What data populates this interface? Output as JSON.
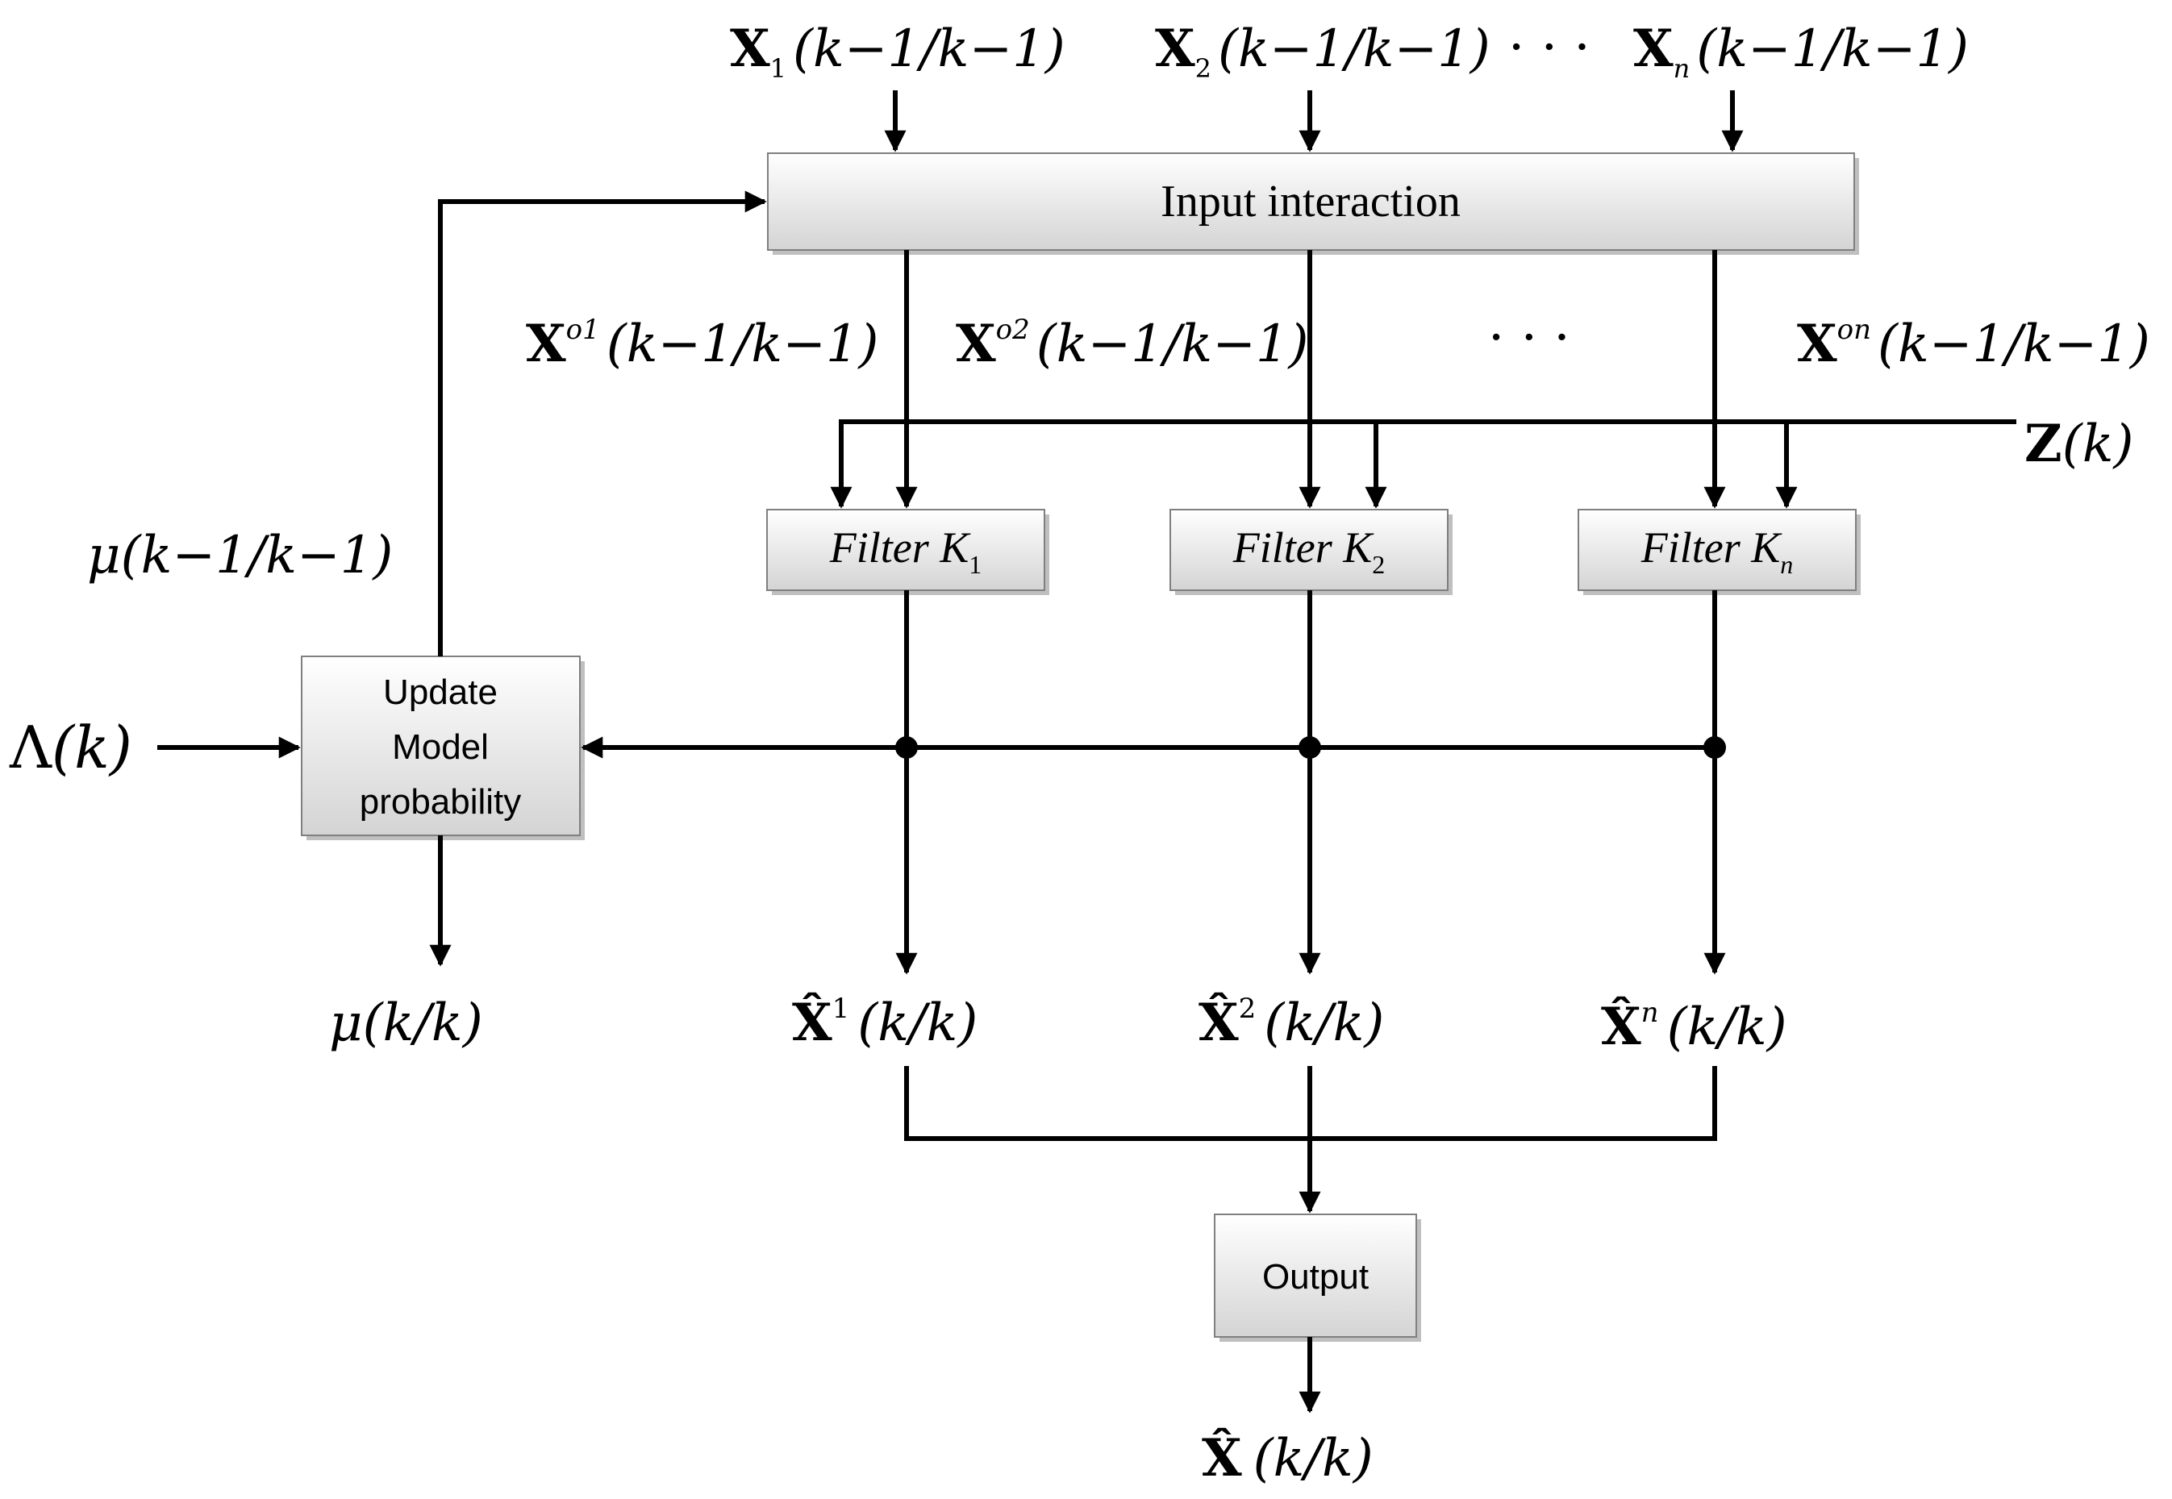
{
  "blocks": {
    "input_interaction": "Input interaction",
    "filters": [
      {
        "word": "Filter",
        "var": "K",
        "sub": "1"
      },
      {
        "word": "Filter",
        "var": "K",
        "sub": "2"
      },
      {
        "word": "Filter",
        "var": "K",
        "sub": "n"
      }
    ],
    "update_lines": [
      "Update",
      "Model",
      "probability"
    ],
    "output": "Output"
  },
  "signals": {
    "inputs": [
      {
        "sym": "X",
        "sub": "1",
        "arg": "(k−1/k−1)"
      },
      {
        "sym": "X",
        "sub": "2",
        "arg": "(k−1/k−1)"
      },
      {
        "sym": "X",
        "sub": "n",
        "arg": "(k−1/k−1)"
      }
    ],
    "inputs_ellipsis": "· · ·",
    "mixed": [
      {
        "sym": "X",
        "sup": "o1",
        "arg": "(k−1/k−1)"
      },
      {
        "sym": "X",
        "sup": "o2",
        "arg": "(k−1/k−1)"
      },
      {
        "sym": "X",
        "sup": "on",
        "arg": "(k−1/k−1)"
      }
    ],
    "mixed_ellipsis": "· · ·",
    "measurement": {
      "sym": "Z",
      "arg": "(k)"
    },
    "mu_prev": {
      "sym": "μ",
      "arg": "(k−1/k−1)"
    },
    "likelihood": {
      "sym": "Λ",
      "arg": "(k)"
    },
    "mu_curr": {
      "sym": "μ",
      "arg": "(k/k)"
    },
    "estimates": [
      {
        "sym": "X̂",
        "sup": "1",
        "arg": "(k/k)"
      },
      {
        "sym": "X̂",
        "sup": "2",
        "arg": "(k/k)"
      },
      {
        "sym": "X̂",
        "sup": "n",
        "arg": "(k/k)"
      }
    ],
    "final_estimate": {
      "sym": "X̂",
      "arg": "(k/k)"
    }
  }
}
